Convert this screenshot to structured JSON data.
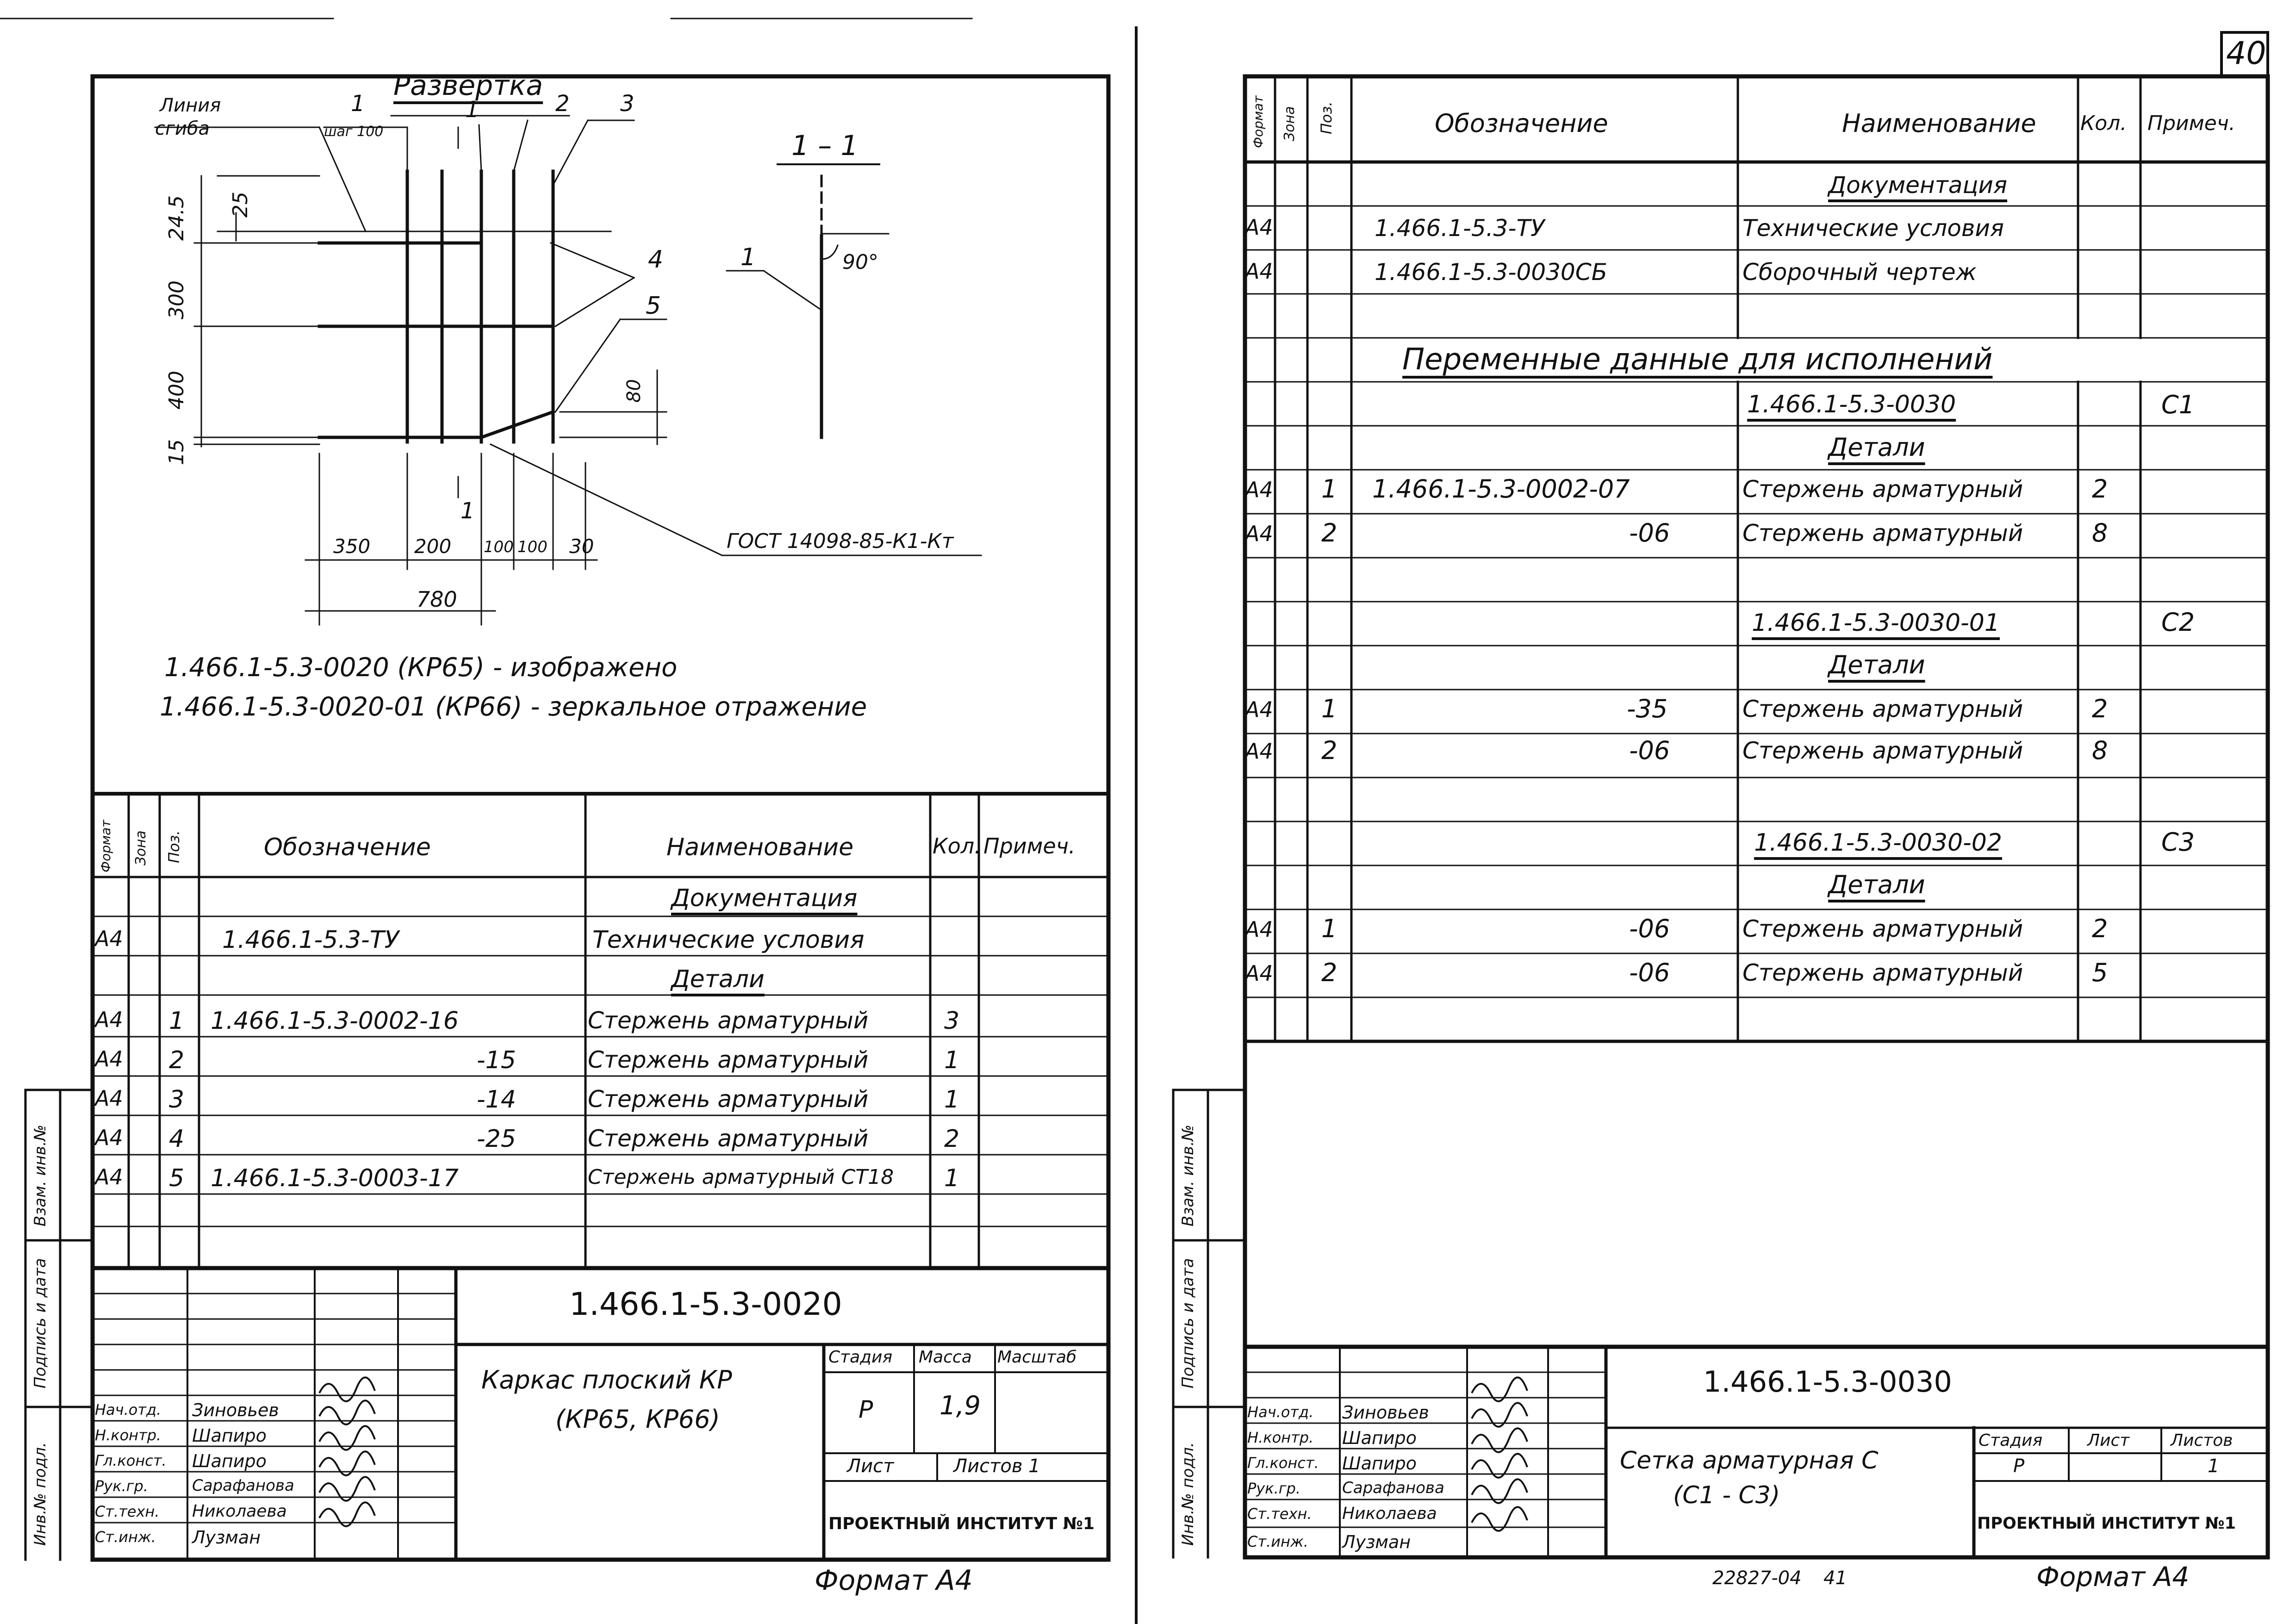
{
  "sheet_number": "40",
  "bottom_code": "22827-04",
  "bottom_num": "41",
  "left": {
    "drawing": {
      "title": "Развертка",
      "bend_line": [
        "Линия",
        "сгиба"
      ],
      "step": "шаг 100",
      "section_mark": "1",
      "pos_labels": [
        "1",
        "2",
        "3",
        "4",
        "5"
      ],
      "section_title": "1 – 1",
      "angle": "90°",
      "dims_vert": [
        "24.5",
        "25",
        "300",
        "400",
        "15"
      ],
      "dim_80": "80",
      "dims_horiz": [
        "350",
        "200",
        "100",
        "100",
        "30"
      ],
      "dim_total": "780",
      "gost": "ГОСТ 14098-85-К1-Кт",
      "note1": "1.466.1-5.3-0020 (КР65) - изображено",
      "note2": "1.466.1-5.3-0020-01 (КР66) - зеркальное отражение"
    },
    "spec": {
      "headers": {
        "format": "Формат",
        "zone": "Зона",
        "pos": "Поз.",
        "designation": "Обозначение",
        "name": "Наименование",
        "qty": "Кол.",
        "note": "Примеч."
      },
      "rows": [
        {
          "f": "",
          "p": "",
          "d": "",
          "n": "Документация",
          "q": "",
          "u": true
        },
        {
          "f": "А4",
          "p": "",
          "d": "1.466.1-5.3-ТУ",
          "n": "Технические условия",
          "q": ""
        },
        {
          "f": "",
          "p": "",
          "d": "",
          "n": "Детали",
          "q": "",
          "u": true
        },
        {
          "f": "А4",
          "p": "1",
          "d": "1.466.1-5.3-0002-16",
          "n": "Стержень арматурный",
          "q": "3"
        },
        {
          "f": "А4",
          "p": "2",
          "d": "-15",
          "n": "Стержень арматурный",
          "q": "1"
        },
        {
          "f": "А4",
          "p": "3",
          "d": "-14",
          "n": "Стержень арматурный",
          "q": "1"
        },
        {
          "f": "А4",
          "p": "4",
          "d": "-25",
          "n": "Стержень арматурный",
          "q": "2"
        },
        {
          "f": "А4",
          "p": "5",
          "d": "1.466.1-5.3-0003-17",
          "n": "Стержень арматурный СТ18",
          "q": "1"
        }
      ]
    },
    "title_block": {
      "code": "1.466.1-5.3-0020",
      "name_line1": "Каркас плоский КР",
      "name_line2": "(КР65, КР66)",
      "stage_label": "Стадия",
      "mass_label": "Масса",
      "scale_label": "Масштаб",
      "stage": "Р",
      "mass": "1,9",
      "sheet_label": "Лист",
      "sheets_label": "Листов 1",
      "org": "ПРОЕКТНЫЙ ИНСТИТУТ №1",
      "roles": [
        "Нач.отд.",
        "Н.контр.",
        "Гл.конст.",
        "Рук.гр.",
        "Ст.техн.",
        "Ст.инж."
      ],
      "names": [
        "Зиновьев",
        "Шапиро",
        "Шапиро",
        "Сарафанова",
        "Николаева",
        "Лузман"
      ],
      "format": "Формат А4"
    },
    "side_labels": [
      "Инв.№ подл.",
      "Подпись и дата",
      "Взам. инв.№"
    ]
  },
  "right": {
    "spec": {
      "headers": {
        "format": "Формат",
        "zone": "Зона",
        "pos": "Поз.",
        "designation": "Обозначение",
        "name": "Наименование",
        "qty": "Кол.",
        "note": "Примеч."
      },
      "rows": [
        {
          "f": "",
          "p": "",
          "d": "",
          "n": "Документация",
          "q": "",
          "m": "",
          "u": true
        },
        {
          "f": "А4",
          "p": "",
          "d": "1.466.1-5.3-ТУ",
          "n": "Технические условия",
          "q": "",
          "m": ""
        },
        {
          "f": "А4",
          "p": "",
          "d": "1.466.1-5.3-0030СБ",
          "n": "Сборочный чертеж",
          "q": "",
          "m": ""
        },
        {
          "f": "",
          "p": "",
          "d": "",
          "n": "",
          "q": "",
          "m": ""
        },
        {
          "f": "",
          "p": "",
          "d": "",
          "n": "",
          "q": "",
          "m": ""
        },
        {
          "f": "",
          "p": "",
          "d": "",
          "n": "1.466.1-5.3-0030",
          "q": "",
          "m": "С1",
          "u": true
        },
        {
          "f": "",
          "p": "",
          "d": "",
          "n": "Детали",
          "q": "",
          "m": "",
          "u": true
        },
        {
          "f": "А4",
          "p": "1",
          "d": "1.466.1-5.3-0002-07",
          "n": "Стержень арматурный",
          "q": "2",
          "m": ""
        },
        {
          "f": "А4",
          "p": "2",
          "d": "-06",
          "n": "Стержень арматурный",
          "q": "8",
          "m": ""
        },
        {
          "f": "",
          "p": "",
          "d": "",
          "n": "",
          "q": "",
          "m": ""
        },
        {
          "f": "",
          "p": "",
          "d": "",
          "n": "1.466.1-5.3-0030-01",
          "q": "",
          "m": "С2",
          "u": true
        },
        {
          "f": "",
          "p": "",
          "d": "",
          "n": "Детали",
          "q": "",
          "m": "",
          "u": true
        },
        {
          "f": "А4",
          "p": "1",
          "d": "-35",
          "n": "Стержень арматурный",
          "q": "2",
          "m": ""
        },
        {
          "f": "А4",
          "p": "2",
          "d": "-06",
          "n": "Стержень арматурный",
          "q": "8",
          "m": ""
        },
        {
          "f": "",
          "p": "",
          "d": "",
          "n": "",
          "q": "",
          "m": ""
        },
        {
          "f": "",
          "p": "",
          "d": "",
          "n": "1.466.1-5.3-0030-02",
          "q": "",
          "m": "С3",
          "u": true
        },
        {
          "f": "",
          "p": "",
          "d": "",
          "n": "Детали",
          "q": "",
          "m": "",
          "u": true
        },
        {
          "f": "А4",
          "p": "1",
          "d": "-06",
          "n": "Стержень арматурный",
          "q": "2",
          "m": ""
        },
        {
          "f": "А4",
          "p": "2",
          "d": "-06",
          "n": "Стержень арматурный",
          "q": "5",
          "m": ""
        },
        {
          "f": "",
          "p": "",
          "d": "",
          "n": "",
          "q": "",
          "m": ""
        }
      ],
      "variable_data": "Переменные данные для исполнений"
    },
    "title_block": {
      "code": "1.466.1-5.3-0030",
      "name_line1": "Сетка арматурная С",
      "name_line2": "(С1 - С3)",
      "stage_label": "Стадия",
      "sheet_label": "Лист",
      "sheets_label": "Листов",
      "stage": "Р",
      "sheets": "1",
      "org": "ПРОЕКТНЫЙ ИНСТИТУТ №1",
      "roles": [
        "Нач.отд.",
        "Н.контр.",
        "Гл.конст.",
        "Рук.гр.",
        "Ст.техн.",
        "Ст.инж."
      ],
      "names": [
        "Зиновьев",
        "Шапиро",
        "Шапиро",
        "Сарафанова",
        "Николаева",
        "Лузман"
      ],
      "format": "Формат А4"
    },
    "side_labels": [
      "Инв.№ подл.",
      "Подпись и дата",
      "Взам. инв.№"
    ]
  }
}
